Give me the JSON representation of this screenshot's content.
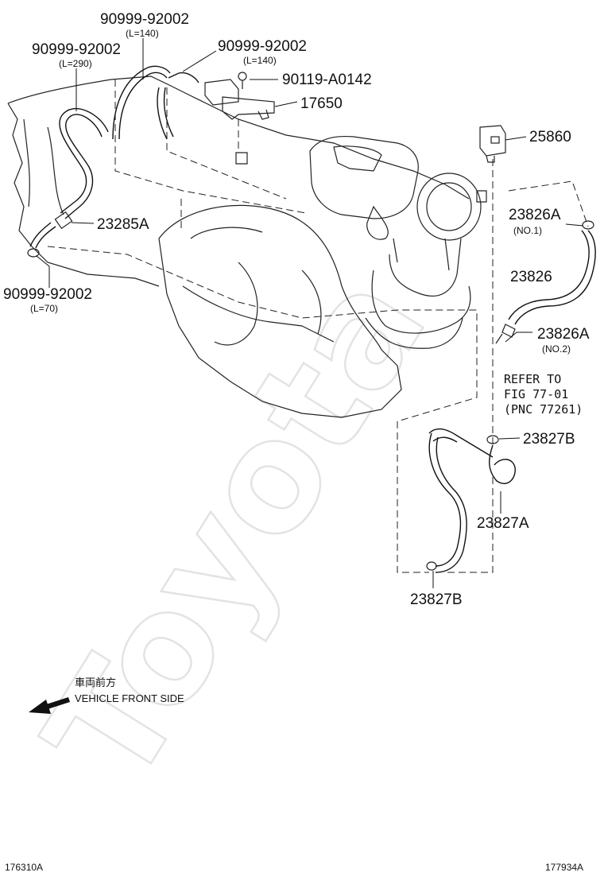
{
  "watermark": "Toyota",
  "callouts": {
    "hose_top_center": {
      "part": "90999-92002",
      "length": "(L=140)"
    },
    "hose_top_left": {
      "part": "90999-92002",
      "length": "(L=290)"
    },
    "hose_top_right": {
      "part": "90999-92002",
      "length": "(L=140)"
    },
    "bolt": {
      "part": "90119-A0142"
    },
    "vsv_bracket": {
      "part": "17650"
    },
    "vsv_right": {
      "part": "25860"
    },
    "filter": {
      "part": "23285A"
    },
    "hose_lower_left": {
      "part": "90999-92002",
      "length": "(L=70)"
    },
    "hose_no1": {
      "part": "23826A",
      "sub": "(NO.1)"
    },
    "hose_23826": {
      "part": "23826"
    },
    "hose_no2": {
      "part": "23826A",
      "sub": "(NO.2)"
    },
    "refer": {
      "line1": "REFER TO",
      "line2": "FIG 77-01",
      "line3": "(PNC 77261)"
    },
    "clamp_upper": {
      "part": "23827B"
    },
    "hose_23827A": {
      "part": "23827A"
    },
    "clamp_lower": {
      "part": "23827B"
    }
  },
  "front_indicator": {
    "japanese": "車両前方",
    "english": "VEHICLE FRONT SIDE",
    "icon": "front-arrow-icon"
  },
  "footer": {
    "left_code": "176310A",
    "right_code": "177934A"
  }
}
